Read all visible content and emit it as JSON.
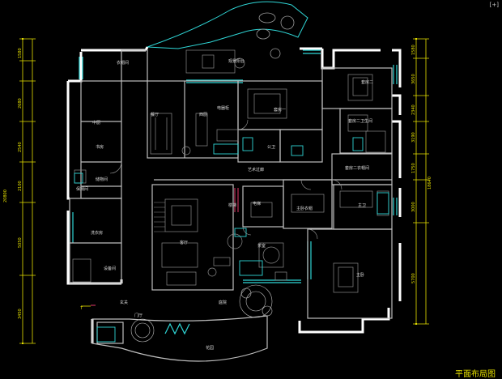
{
  "title": "平面布局图",
  "corner_mark": "[+]",
  "rooms": {
    "entry_hall": "衣帽间",
    "living_balcony": "观景阳台",
    "dining": "餐厅",
    "western_kitchen": "西厨",
    "appliance_cabinet": "电器柜",
    "chinese_kitchen": "中厨",
    "living": "客厅",
    "study": "书房",
    "tea_room": "茶室",
    "master_bedroom": "主卧",
    "bedroom_one": "套房一",
    "bedroom_two": "套房二",
    "bedroom_two_bath": "套房二卫生间",
    "bedroom_two_closet": "套房二衣帽间",
    "art_corridor": "艺术过廊",
    "powder_room": "公卫",
    "master_closet": "主卧衣帽",
    "master_bath": "主卫",
    "storage": "储物间",
    "maid_room": "保姆间",
    "laundry": "洗衣房",
    "equipment": "设备间",
    "entrance": "玄关",
    "hall": "门厅",
    "garden": "花园",
    "courtyard": "庭院",
    "lift": "电梯",
    "stair": "楼梯"
  },
  "dimensions_left": [
    "1580",
    "2680",
    "2540",
    "2100",
    "5050",
    "3450"
  ],
  "dimensions_left_total": "20800",
  "dimensions_right": [
    "1580",
    "3650",
    "2340",
    "3190",
    "1750",
    "3000",
    "5700"
  ],
  "dimensions_right_total": "18640"
}
